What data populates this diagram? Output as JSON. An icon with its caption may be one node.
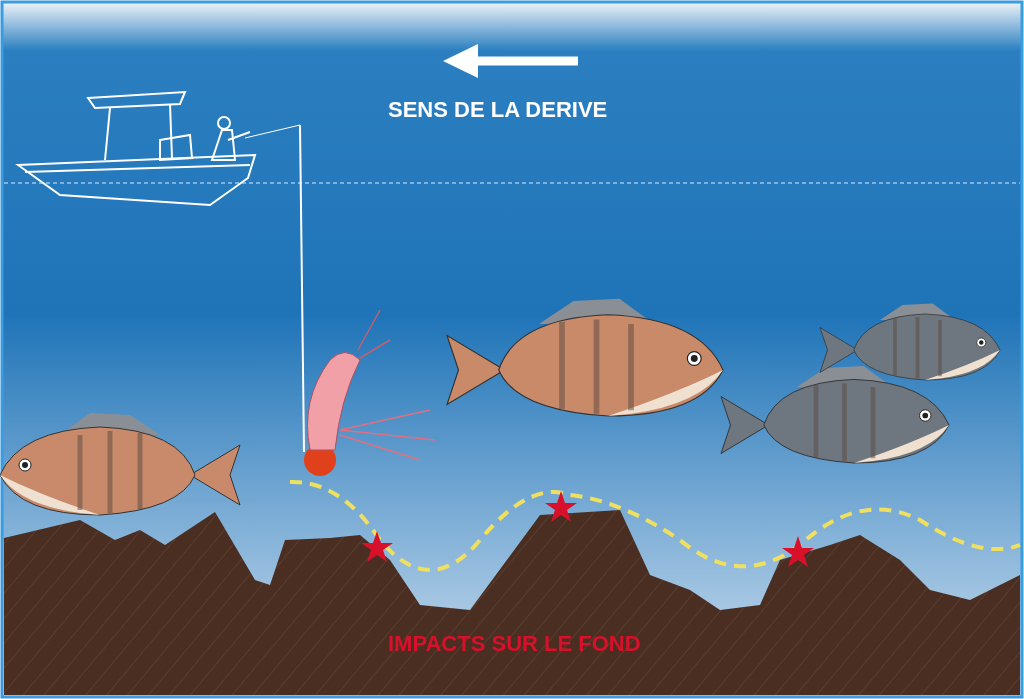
{
  "diagram": {
    "nodes": [
      {
        "text": [],
        "shape": "picture"
      },
      {
        "text": [],
        "shape": "picture"
      }
    ],
    "edges": [
      {
        "from": 0,
        "to": 1,
        "arrow": "none"
      }
    ],
    "labels": [
      "SENS DE LA DERIVE",
      "IMPACTS SUR LE FOND"
    ]
  }
}
